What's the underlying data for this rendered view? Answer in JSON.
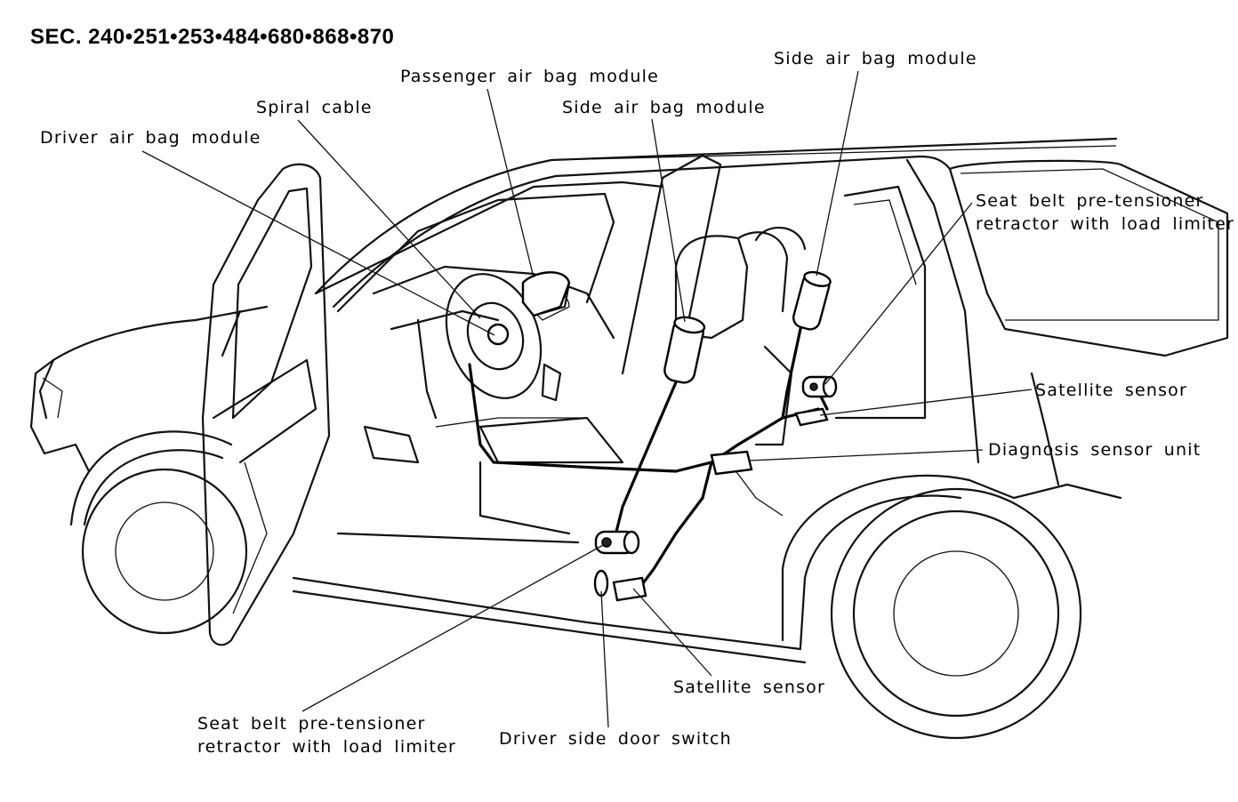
{
  "section_code": "SEC. 240•251•253•484•680•868•870",
  "labels": {
    "passenger_air_bag_module": "Passenger air bag module",
    "side_air_bag_module_rear": "Side air bag module",
    "side_air_bag_module_front": "Side air bag module",
    "spiral_cable": "Spiral cable",
    "driver_air_bag_module": "Driver air bag module",
    "seat_belt_right_line1": "Seat belt pre-tensioner",
    "seat_belt_right_line2": "retractor with load limiter",
    "satellite_sensor_right": "Satellite sensor",
    "diagnosis_sensor_unit": "Diagnosis sensor unit",
    "satellite_sensor_bottom": "Satellite sensor",
    "seat_belt_left_line1": "Seat belt pre-tensioner",
    "seat_belt_left_line2": "retractor with load limiter",
    "driver_side_door_switch": "Driver side door switch"
  }
}
